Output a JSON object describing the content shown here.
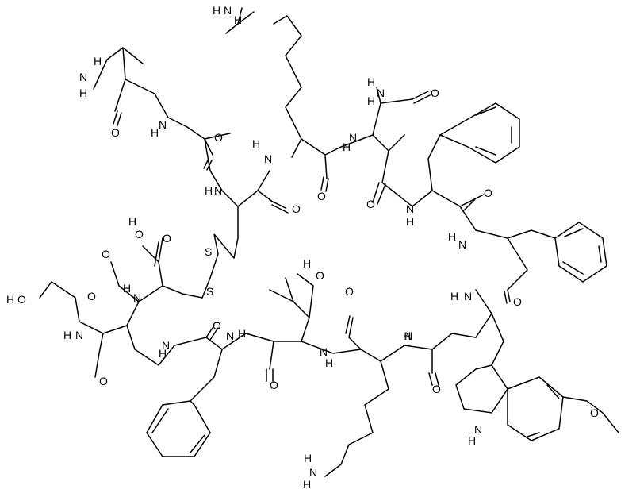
{
  "molecule": {
    "atom_labels": {
      "ala_nh2": {
        "h1": "H",
        "n": "N",
        "h2": "H"
      },
      "lys_top_nh2": {
        "h1": "H",
        "n": "N",
        "h2": "H"
      },
      "asn_amide": {
        "h": "H",
        "n": "N",
        "h2": "H",
        "o": "O"
      },
      "n_labels": [
        "N",
        "N",
        "N",
        "N",
        "N",
        "N",
        "N",
        "N",
        "N",
        "N",
        "N",
        "N"
      ],
      "h_labels": [
        "H",
        "H",
        "H",
        "H",
        "H",
        "H",
        "H",
        "H",
        "H",
        "H",
        "H",
        "H"
      ],
      "o_labels": [
        "O",
        "O",
        "O",
        "O",
        "O",
        "O",
        "O",
        "O",
        "O",
        "O",
        "O",
        "O",
        "O",
        "O"
      ],
      "s_labels": [
        "S",
        "S"
      ],
      "cooh": {
        "h": "H",
        "o": "O",
        "o2": "O"
      },
      "thr_oh": {
        "h": "H",
        "o": "O"
      },
      "ser_oh": {
        "h": "H",
        "o": "O"
      },
      "cys_ring_label": {
        "h": "H",
        "n": "N"
      },
      "methoxy": {
        "o": "O"
      },
      "indole_nh": {
        "h": "H",
        "n": "N"
      },
      "lys_bottom_nh2": {
        "h1": "H",
        "n": "N",
        "h2": "H"
      }
    }
  }
}
